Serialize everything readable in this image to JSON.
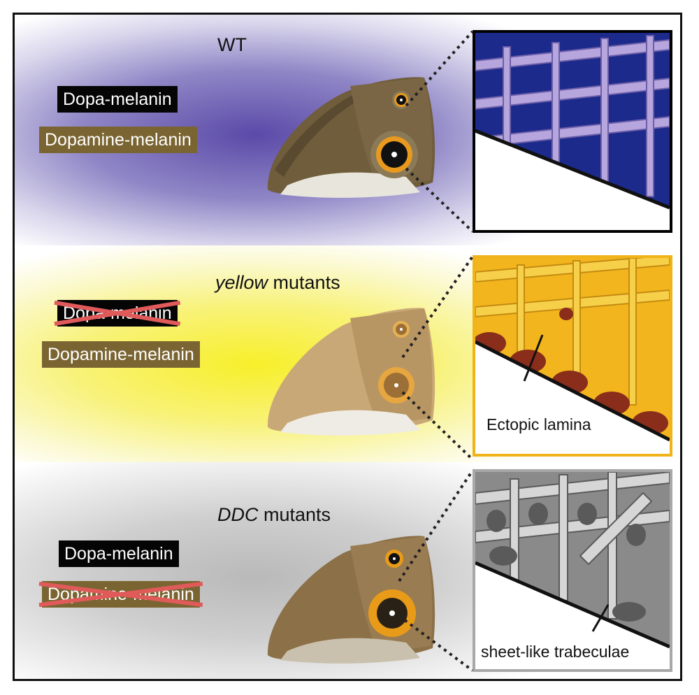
{
  "panels": [
    {
      "id": "wt",
      "title": "WT",
      "tags": [
        {
          "text": "Dopa-melanin",
          "struck": false
        },
        {
          "text": "Dopamine-melanin",
          "struck": false
        }
      ],
      "colors": {
        "scale_bg": "#1c2a8c",
        "scale_ridge": "#b7a6dd"
      }
    },
    {
      "id": "yellow",
      "title_italic": "yellow",
      "title_rest": " mutants",
      "tags": [
        {
          "text": "Dopa-melanin",
          "struck": true
        },
        {
          "text": "Dopamine-melanin",
          "struck": false
        }
      ],
      "zoom_label": "Ectopic lamina",
      "colors": {
        "scale_bg": "#f2b51d",
        "scale_ridge": "#f7d04a",
        "lamina": "#8a2d1a"
      }
    },
    {
      "id": "ddc",
      "title_italic": "DDC",
      "title_rest": " mutants",
      "tags": [
        {
          "text": "Dopa-melanin",
          "struck": false
        },
        {
          "text": "Dopamine-melanin",
          "struck": true
        }
      ],
      "zoom_label": "sheet-like trabeculae",
      "colors": {
        "scale_bg": "#6b6b6b",
        "scale_ridge": "#d6d6d6"
      }
    }
  ],
  "colors": {
    "dopa_tag": "#050505",
    "dopamine_tag": "#7a6532",
    "strike": "#e05a5a",
    "wt_border": "#000000",
    "yellow_border": "#f0b41a",
    "ddc_border": "#a8a8a8"
  }
}
